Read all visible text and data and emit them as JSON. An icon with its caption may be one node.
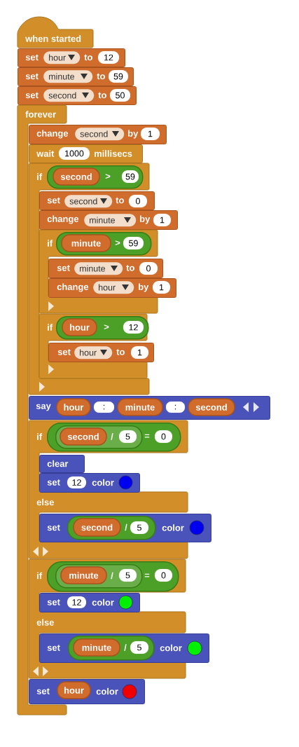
{
  "diagram": {
    "nodes": [
      {
        "text": [
          "when started"
        ]
      },
      {
        "text": [
          "set",
          "to"
        ]
      },
      {
        "text": [
          "hour"
        ],
        "in": 1
      },
      {
        "text": [
          "12"
        ],
        "in": 1
      },
      {
        "text": [
          "set",
          "to"
        ]
      },
      {
        "text": [
          "minute"
        ],
        "in": 4
      },
      {
        "text": [
          "59"
        ],
        "in": 4
      },
      {
        "text": [
          "set",
          "to"
        ]
      },
      {
        "text": [
          "second"
        ],
        "in": 7
      },
      {
        "text": [
          "50"
        ],
        "in": 7
      },
      {
        "text": [
          "forever"
        ]
      },
      {
        "text": [
          "change",
          "by"
        ]
      },
      {
        "text": [
          "second"
        ],
        "in": 11
      },
      {
        "text": [
          "1"
        ],
        "in": 11
      },
      {
        "text": [
          "wait",
          "millisecs"
        ]
      },
      {
        "text": [
          "1000"
        ],
        "in": 14
      },
      {
        "text": [
          "if"
        ]
      },
      {
        "text": [
          ">"
        ],
        "in": 16
      },
      {
        "text": [
          "second"
        ],
        "in": 17
      },
      {
        "text": [
          "59"
        ],
        "in": 17
      },
      {
        "text": [
          "set",
          "to"
        ],
        "in": 16
      },
      {
        "text": [
          "second"
        ],
        "in": 20
      },
      {
        "text": [
          "0"
        ],
        "in": 20
      },
      {
        "text": [
          "change",
          "by"
        ]
      },
      {
        "text": [
          "minute"
        ],
        "in": 23
      },
      {
        "text": [
          "1"
        ],
        "in": 23
      },
      {
        "text": [
          "if"
        ],
        "in": 16
      },
      {
        "text": [
          ">"
        ],
        "in": 26
      },
      {
        "text": [
          "minute"
        ],
        "in": 27
      },
      {
        "text": [
          "59"
        ],
        "in": 27
      },
      {
        "text": [
          "set",
          "to"
        ],
        "in": 26
      },
      {
        "text": [
          "minute"
        ],
        "in": 30
      },
      {
        "text": [
          "0"
        ],
        "in": 30
      },
      {
        "text": [
          "change",
          "by"
        ],
        "in": 26
      },
      {
        "text": [
          "hour"
        ],
        "in": 33
      },
      {
        "text": [
          "1"
        ],
        "in": 33
      },
      {
        "text": [
          "if"
        ],
        "in": 16
      },
      {
        "text": [
          ">"
        ],
        "in": 36
      },
      {
        "text": [
          "hour"
        ],
        "in": 37
      },
      {
        "text": [
          "12"
        ],
        "in": 37
      },
      {
        "text": [
          "set",
          "to"
        ],
        "in": 36
      },
      {
        "text": [
          "hour"
        ],
        "in": 40
      },
      {
        "text": [
          "1"
        ],
        "in": 40
      },
      {
        "text": [
          "say"
        ]
      },
      {
        "text": [
          "hour"
        ],
        "in": 43
      },
      {
        "text": [
          ":"
        ],
        "in": 43
      },
      {
        "text": [
          "minute"
        ],
        "in": 43
      },
      {
        "text": [
          ":"
        ],
        "in": 43
      },
      {
        "text": [
          "second"
        ],
        "in": 43
      },
      {
        "text": [
          "if",
          "else"
        ]
      },
      {
        "text": [
          "="
        ],
        "in": 49
      },
      {
        "text": [
          "/"
        ],
        "in": 50
      },
      {
        "text": [
          "second"
        ],
        "in": 51
      },
      {
        "text": [
          "5"
        ],
        "in": 51
      },
      {
        "text": [
          "0"
        ],
        "in": 50
      },
      {
        "text": [
          "clear"
        ],
        "in": 49
      },
      {
        "text": [
          "set",
          "color"
        ],
        "in": 49
      },
      {
        "text": [
          "12"
        ],
        "in": 56
      },
      {
        "text": [],
        "shape": "circle",
        "in": 56
      },
      {
        "text": [
          "set",
          "color"
        ],
        "in": 49
      },
      {
        "text": [
          "/"
        ],
        "in": 59
      },
      {
        "text": [
          "second"
        ],
        "in": 60
      },
      {
        "text": [
          "5"
        ],
        "in": 60
      },
      {
        "text": [],
        "shape": "circle",
        "in": 59
      },
      {
        "text": [
          "if",
          "else"
        ]
      },
      {
        "text": [
          "="
        ],
        "in": 64
      },
      {
        "text": [
          "/"
        ],
        "in": 65
      },
      {
        "text": [
          "minute"
        ],
        "in": 66
      },
      {
        "text": [
          "5"
        ],
        "in": 66
      },
      {
        "text": [
          "0"
        ],
        "in": 65
      },
      {
        "text": [
          "set",
          "color"
        ],
        "in": 64
      },
      {
        "text": [
          "12"
        ],
        "in": 70
      },
      {
        "text": [],
        "shape": "circle",
        "in": 70
      },
      {
        "text": [
          "set",
          "color"
        ],
        "in": 64
      },
      {
        "text": [
          "/"
        ],
        "in": 73
      },
      {
        "text": [
          "minute"
        ],
        "in": 74
      },
      {
        "text": [
          "5"
        ],
        "in": 74
      },
      {
        "text": [],
        "shape": "circle",
        "in": 73
      },
      {
        "text": [
          "set",
          "color"
        ]
      },
      {
        "text": [
          "hour"
        ],
        "in": 78
      },
      {
        "text": [],
        "shape": "circle",
        "in": 78
      }
    ]
  }
}
